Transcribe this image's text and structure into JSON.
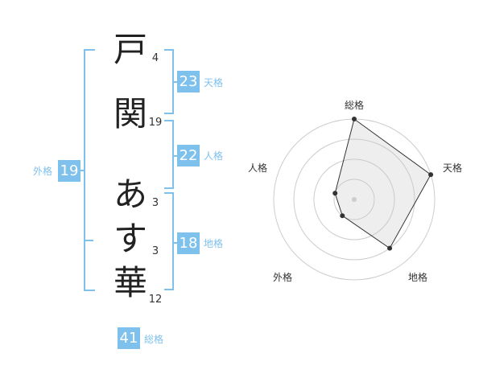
{
  "name_chars": [
    {
      "char": "戸",
      "strokes": "4"
    },
    {
      "char": "関",
      "strokes": "19"
    },
    {
      "char": "あ",
      "strokes": "3"
    },
    {
      "char": "す",
      "strokes": "3"
    },
    {
      "char": "華",
      "strokes": "12"
    }
  ],
  "fortunes": {
    "tenkaku": {
      "label": "天格",
      "value": "23"
    },
    "jinkaku": {
      "label": "人格",
      "value": "22"
    },
    "chikaku": {
      "label": "地格",
      "value": "18"
    },
    "gaikaku": {
      "label": "外格",
      "value": "19"
    },
    "soukaku": {
      "label": "総格",
      "value": "41"
    }
  },
  "accent_color": "#7fc1ed",
  "chart_data": {
    "type": "radar",
    "axes": [
      "総格",
      "天格",
      "地格",
      "外格",
      "人格"
    ],
    "values": [
      4,
      4,
      3,
      1,
      1
    ],
    "rmax": 4,
    "rings": 4,
    "center_marker": true
  }
}
